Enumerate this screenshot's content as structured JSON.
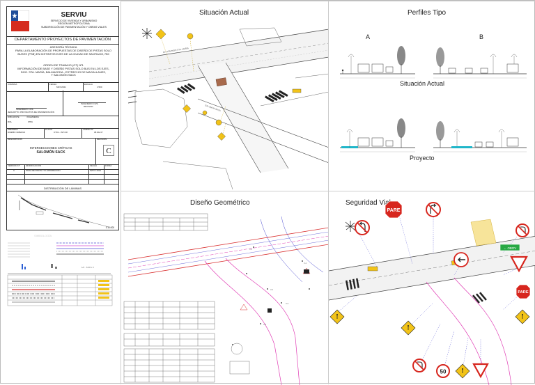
{
  "title_block": {
    "org_name": "SERVIU",
    "org_sub": [
      "SERVICIO DE VIVIENDA Y URBANISMO",
      "REGIÓN METROPOLITANA",
      "SUBDIRECCIÓN DE PAVIMENTACIÓN Y OBRAS VIALES"
    ],
    "department": "DEPARTAMENTO PROYECTOS DE PAVIMENTACIÓN",
    "asesoria": [
      "ASESORÍA TÉCNICA",
      "PARA LA ELABORACIÓN DE PROPUESTAS DE DISEÑO DE PISTAS SOLO",
      "BUSES (PSB) EN DISTINTOS EJES DE LA CIUDAD DE SANTIAGO, RM"
    ],
    "orden": [
      "ORDEN DE TRABAJO (OT) Nº1",
      "INFORMACIÓN DE BASE Y DISEÑO PISTAS SOLO BUS EN LOS EJES,",
      "DGO. STA. MARÍA, BALMACEDA - ESTRECHO DE MAGALLANES,",
      "Y SALOMÓN SACK"
    ],
    "row1": {
      "comuna": "COMUNA",
      "fecha": "FECHA",
      "escala": "ESCALA",
      "escala_val": "1:500",
      "fecha_val": "MAY/2021"
    },
    "sign_left": [
      "INGENIERO CIVIL",
      "JEFE DPTO. PROYECTOS DE PAVIMENTACIÓN"
    ],
    "sign_right": [
      "INGENIERO CIVIL",
      "REVISOR"
    ],
    "row3": {
      "dibujante": "DIBUJANTE",
      "dibujante_val": "INGENIERIA",
      "rol": "ROL",
      "rol_val": "07PA"
    },
    "row4": {
      "empresa": "EMPRESA",
      "empresa_val": "DISEÑO URBANO",
      "plano": "PLANO",
      "plano_val": "OT01 - INT.CR",
      "lamina": "LÁMINA Nº",
      "lamina_val": "08 DE 37"
    },
    "row5": {
      "descripcion": "DESCRIPCIÓN",
      "revision": "REVISIÓN"
    },
    "intersecciones": "INTERSECCIONES CRÍTICAS",
    "salomon": "SALOMÓN SACK",
    "revision_letter": "C",
    "rev_table": {
      "headers": [
        "VERSIÓN Nº",
        "MODIFICACIÓN",
        "FECHA",
        "FIRMA"
      ],
      "row": [
        "C",
        "PARA REVISIÓN Y/O APROBACIÓN",
        "MAYO 2021",
        ""
      ]
    },
    "distribucion": "DISTRIBUCIÓN DE LÁMINAS",
    "minimap_scale": "1:10.000"
  },
  "panels": {
    "situacion_actual": "Situación Actual",
    "perfiles_tipo": "Perfiles Tipo",
    "perfil_a": "A",
    "perfil_b": "B",
    "perfil_situacion_actual": "Situación Actual",
    "perfil_proyecto": "Proyecto",
    "diseno_geometrico": "Diseño Geométrico",
    "seguridad_vial": "Seguridad Vial"
  },
  "signs": {
    "pare": "PARE",
    "speed": "50",
    "green_sign": "← OBOV"
  },
  "colors": {
    "flag_blue": "#1f4e9a",
    "flag_red": "#d52b1e",
    "stop_red": "#d7261e",
    "warn_yellow": "#f2c318",
    "road_magenta": "#e03cb4",
    "road_red": "#d93030",
    "cyan_lane": "#1fb6c9"
  }
}
